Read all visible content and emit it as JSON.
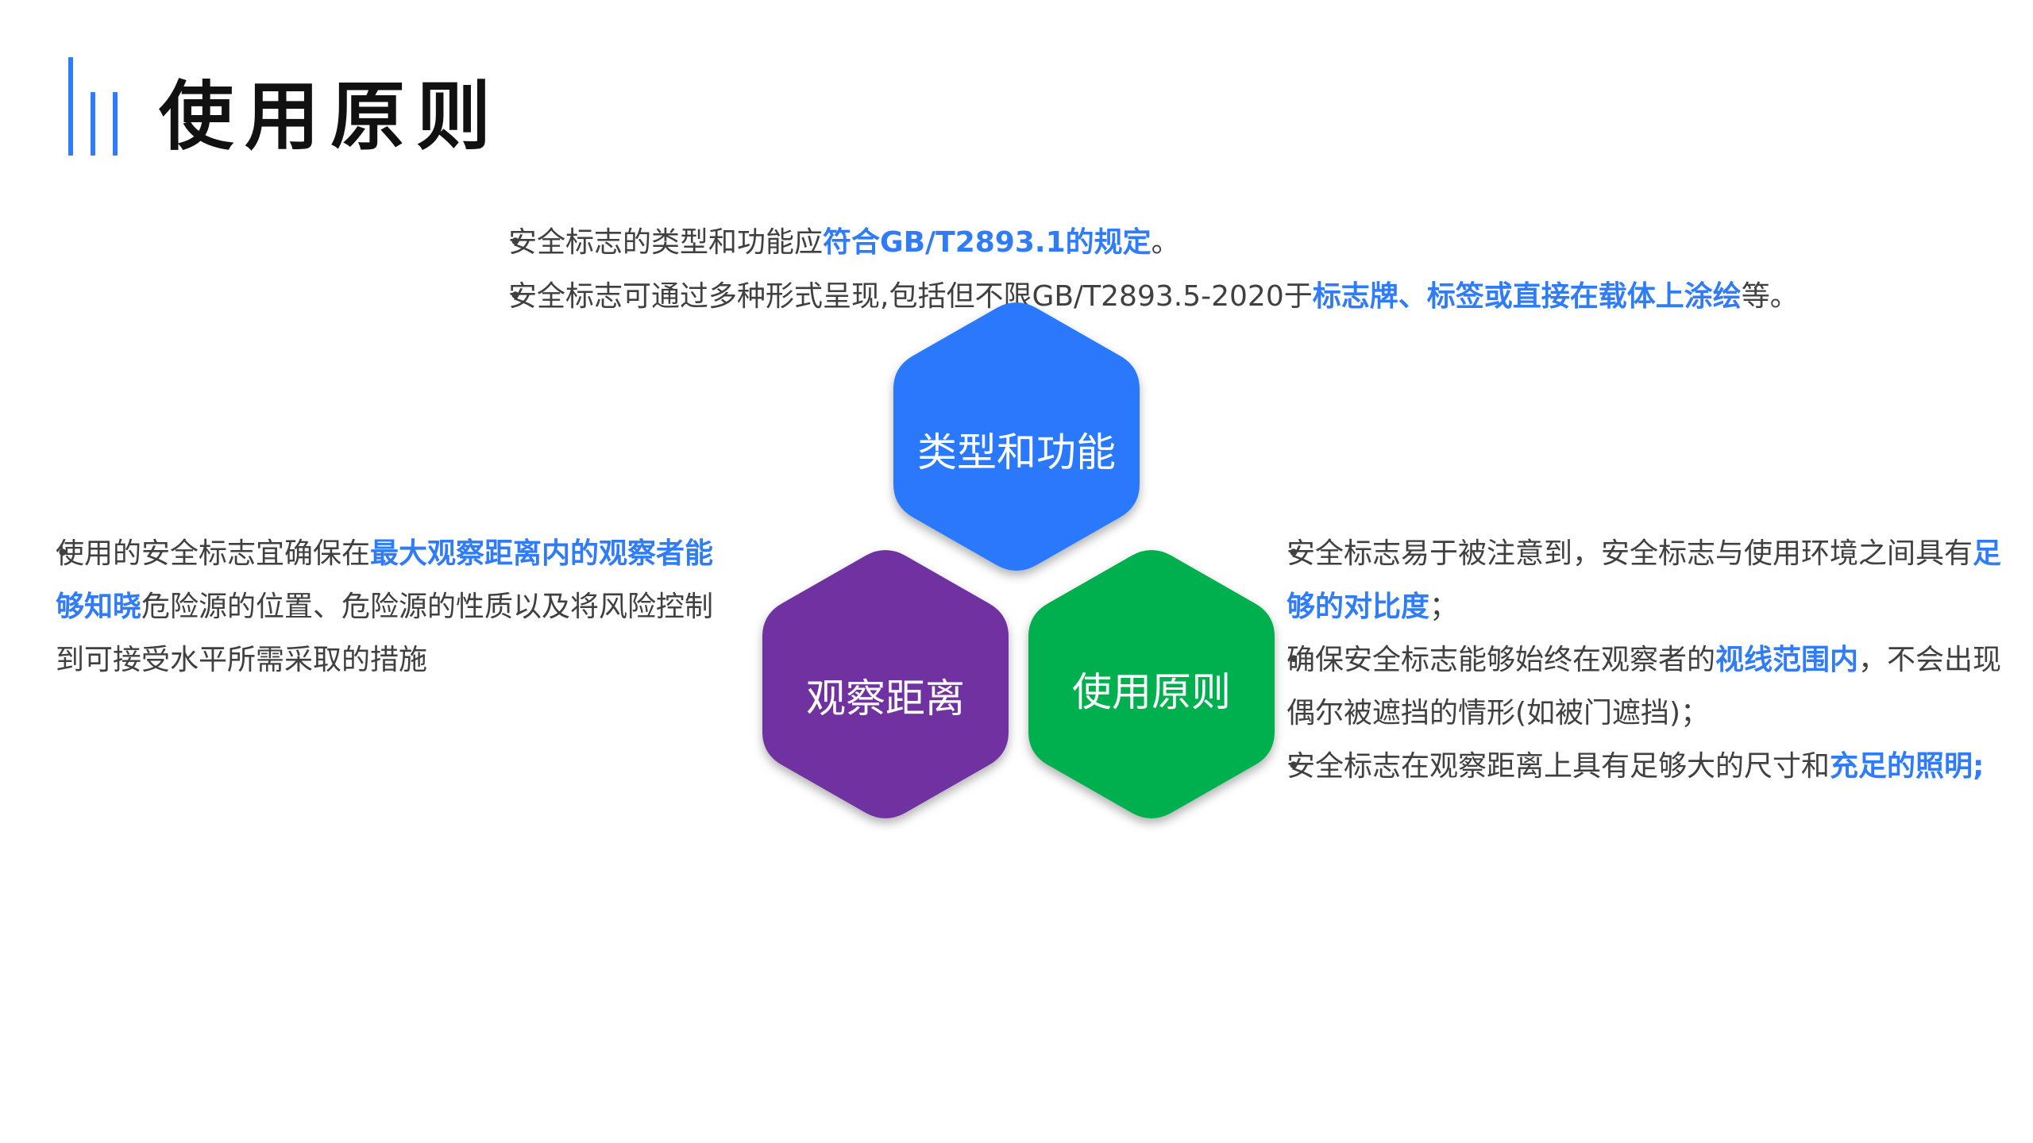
{
  "title": "使用原则",
  "top_bullets": [
    {
      "normal": "安全标志的类型和功能应",
      "highlight": "符合GB/T2893.1的规定",
      "tail": "。"
    },
    {
      "normal": "安全标志可通过多种形式呈现,包括但不限GB/T2893.5-2020于",
      "highlight": "标志牌、标签或直接在载体上涂绘",
      "tail": "等。"
    }
  ],
  "left_bullet": {
    "normal": "使用的安全标志宜确保在",
    "highlight": "最大观察距离内的观察者能够知晓",
    "tail": "危险源的位置、危险源的性质以及将风险控制到可接受水平所需采取的措施"
  },
  "right_bullets": [
    {
      "normal": "安全标志易于被注意到，安全标志与使用环境之间具有",
      "highlight": "足够的对比度",
      "tail": "；"
    },
    {
      "normal": "确保安全标志能够始终在观察者的",
      "highlight": "视线范围内",
      "tail": "，不会出现偶尔被遮挡的情形(如被门遮挡)；"
    },
    {
      "normal": "安全标志在观察距离上具有足够大的尺寸和",
      "highlight": "充足的照明;",
      "tail": ""
    }
  ],
  "hexagons": [
    {
      "label": "类型和功能",
      "color": "#2979fd"
    },
    {
      "label": "观察距离",
      "color": "#7030a0"
    },
    {
      "label": "使用原则",
      "color": "#00b050"
    }
  ],
  "colors": {
    "accent": "#2f7cf6",
    "text": "#404040",
    "title": "#111111"
  },
  "bullet_glyph": "•"
}
